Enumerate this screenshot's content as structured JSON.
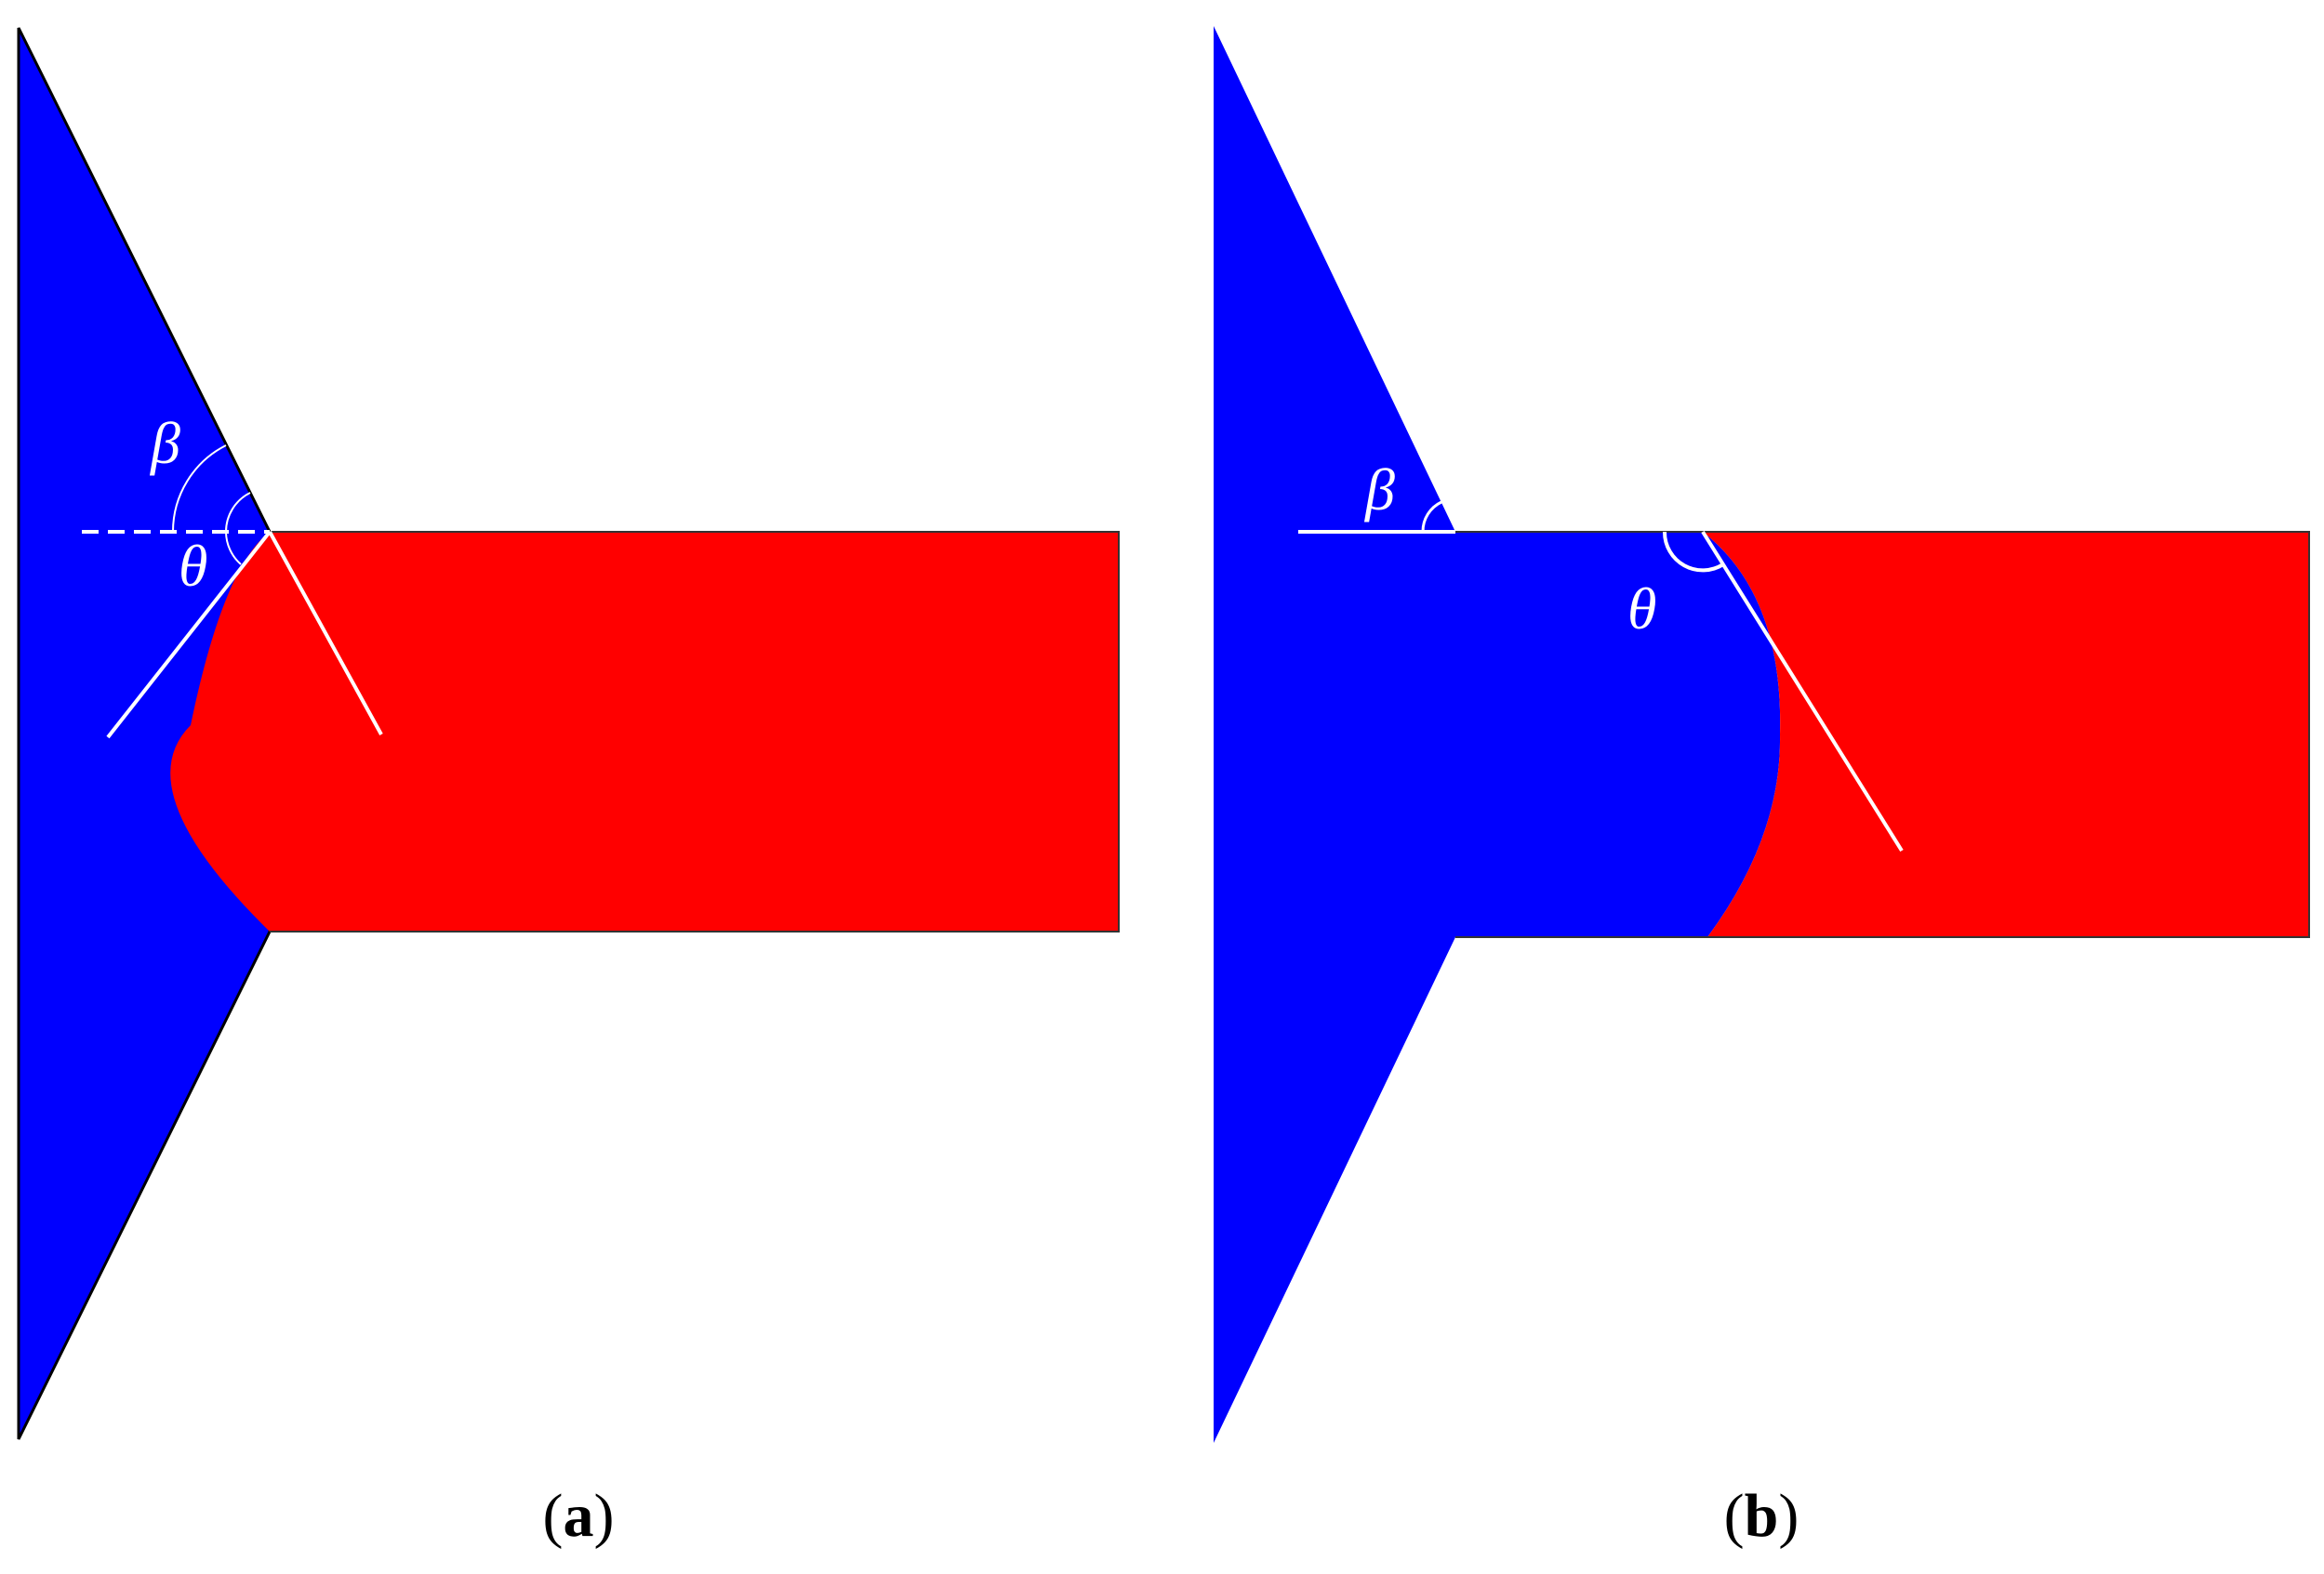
{
  "colors": {
    "blue_phase": "#0000ff",
    "red_phase": "#ff0000",
    "guide_lines": "#ffffff",
    "outline": "#000000",
    "background": "#ffffff"
  },
  "panels": [
    {
      "id": "a",
      "label_letter": "a",
      "angle_beta_symbol": "β",
      "angle_theta_symbol": "θ"
    },
    {
      "id": "b",
      "label_letter": "b",
      "angle_beta_symbol": "β",
      "angle_theta_symbol": "θ"
    }
  ]
}
